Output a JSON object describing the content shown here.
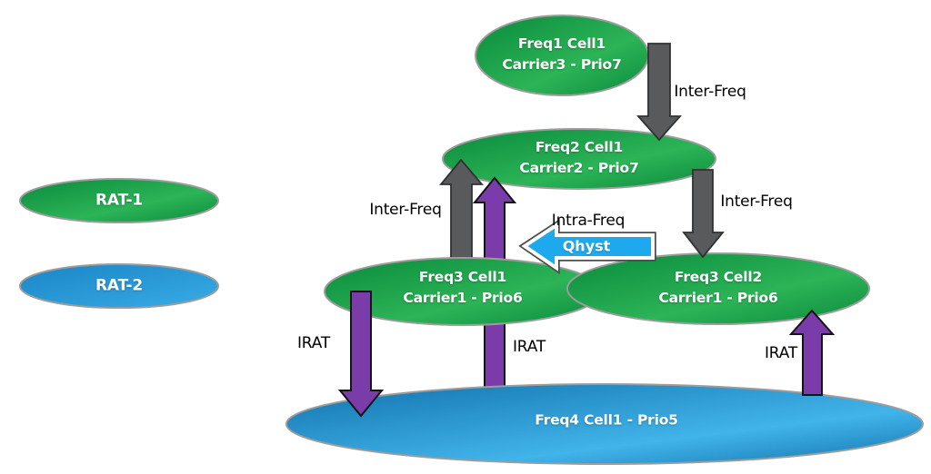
{
  "diagram": {
    "legend": {
      "rat1": "RAT-1",
      "rat2": "RAT-2"
    },
    "nodes": {
      "freq1": {
        "line1": "Freq1 Cell1",
        "line2": "Carrier3 - Prio7"
      },
      "freq2": {
        "line1": "Freq2 Cell1",
        "line2": "Carrier2 - Prio7"
      },
      "freq3cell1": {
        "line1": "Freq3 Cell1",
        "line2": "Carrier1 - Prio6"
      },
      "freq3cell2": {
        "line1": "Freq3 Cell2",
        "line2": "Carrier1 - Prio6"
      },
      "freq4": {
        "label": "Freq4 Cell1 - Prio5"
      }
    },
    "arrows": {
      "inter_freq_top": "Inter-Freq",
      "inter_freq_left": "Inter-Freq",
      "inter_freq_right": "Inter-Freq",
      "intra_freq": "Intra-Freq",
      "qhyst": "Qhyst",
      "irat_left": "IRAT",
      "irat_middle": "IRAT",
      "irat_right": "IRAT"
    },
    "colors": {
      "green_dark": "#0a8a3c",
      "green_light": "#2cb457",
      "blue_dark": "#1272ae",
      "blue_light": "#41b4e9",
      "legend_blue_dark": "#1b85c5",
      "legend_blue_light": "#38ace6",
      "gray_arrow": "#595a5c",
      "gray_arrow_stroke": "#2f3133",
      "purple_arrow": "#7a3ca8",
      "purple_arrow_stroke": "#141414",
      "qhyst_blue": "#1ea9ee",
      "qhyst_rim": "#4d4d4d",
      "ellipse_stroke": "#9c9c9c"
    }
  }
}
